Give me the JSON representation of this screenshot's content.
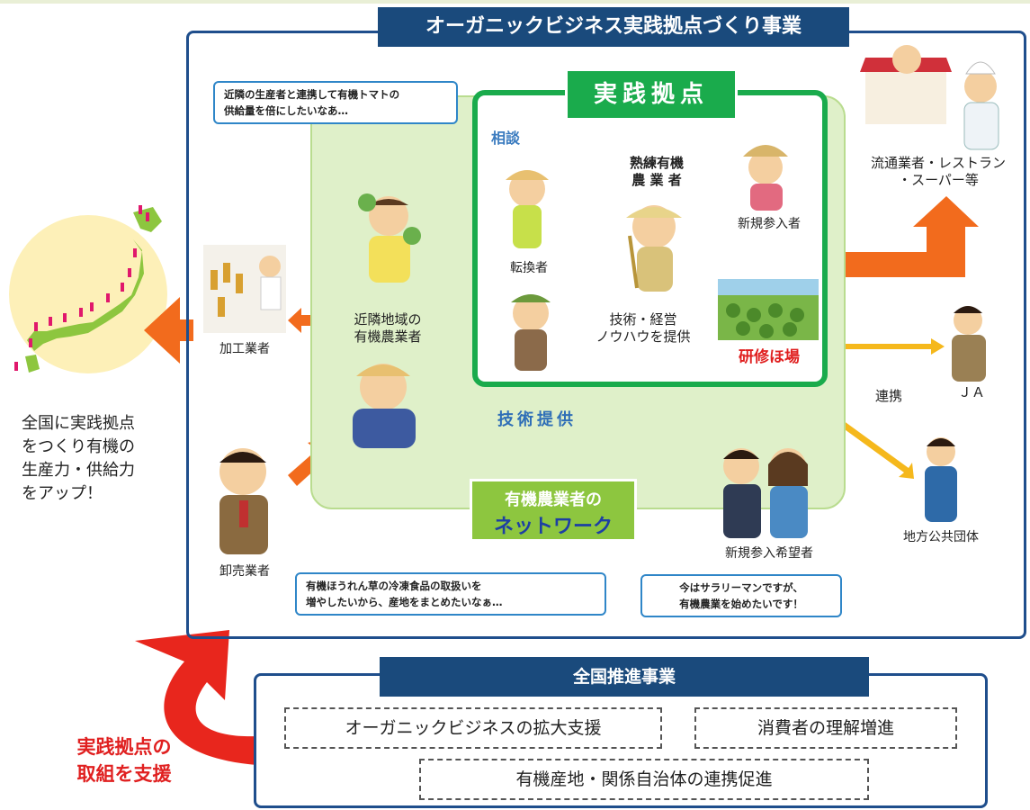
{
  "main_title": "オーガニックビジネス実践拠点づくり事業",
  "practice_title": "実践拠点",
  "consult_label": "相談",
  "skilled_farmer": [
    "熟練有機",
    "農 業 者"
  ],
  "converter": "転換者",
  "new_entrant": "新規参入者",
  "know_how": [
    "技術・経営",
    "ノウハウを提供"
  ],
  "training_field": "研修ほ場",
  "tech_provision": "技術提供",
  "local_farmers": [
    "近隣地域の",
    "有機農業者"
  ],
  "network_label": [
    "有機農業者の",
    "ネットワーク"
  ],
  "processor": "加工業者",
  "wholesaler": "卸売業者",
  "distributors": [
    "流通業者・レストラン",
    "・スーパー等"
  ],
  "ja": "ＪＡ",
  "cooperation": "連携",
  "local_gov": "地方公共団体",
  "aspiring_entrants": "新規参入希望者",
  "nationwide_text": [
    "全国に実践拠点",
    "をつくり有機の",
    "生産力・供給力",
    "をアップ！"
  ],
  "bubble_top": [
    "近隣の生産者と連携して有機トマトの",
    "供給量を倍にしたいなあ…"
  ],
  "bubble_wholesale": [
    "有機ほうれん草の冷凍食品の取扱いを",
    "増やしたいから、産地をまとめたいなぁ…"
  ],
  "bubble_salaryman": [
    "今はサラリーマンですが、",
    "有機農業を始めたいです！"
  ],
  "support_label": [
    "実践拠点の",
    "取組を支援"
  ],
  "national_title": "全国推進事業",
  "national_items": [
    "オーガニックビジネスの拡大支援",
    "消費者の理解増進",
    "有機産地・関係自治体の連携促進"
  ],
  "colors": {
    "navy": "#1a4a7c",
    "green": "#1aab4c",
    "light_green": "#dff0c9",
    "orange": "#f26b1d",
    "yellow": "#f5b81c",
    "red": "#e8261d",
    "blue_dots": "#5b9bd5"
  }
}
